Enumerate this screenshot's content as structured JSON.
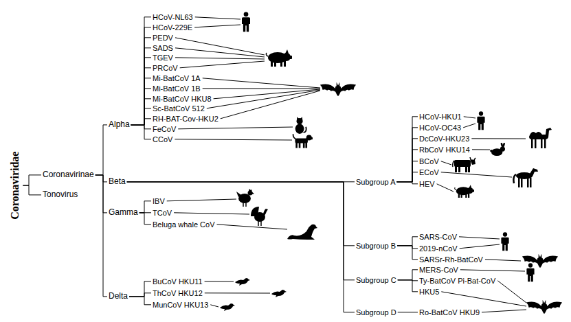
{
  "diagram": {
    "nodes": [
      {
        "text": [
          "Coronaviridae"
        ]
      },
      {
        "text": [
          "Coronavirinae"
        ]
      },
      {
        "text": [
          "Tonovirus"
        ]
      },
      {
        "text": [
          "Alpha"
        ]
      },
      {
        "text": [
          "Beta"
        ]
      },
      {
        "text": [
          "Gamma"
        ]
      },
      {
        "text": [
          "Delta"
        ]
      },
      {
        "text": [
          "HCoV-NL63"
        ]
      },
      {
        "text": [
          "HCoV-229E"
        ]
      },
      {
        "text": [
          "PEDV"
        ]
      },
      {
        "text": [
          "SADS"
        ]
      },
      {
        "text": [
          "TGEV"
        ]
      },
      {
        "text": [
          "PRCoV"
        ]
      },
      {
        "text": [
          "Mi-BatCoV 1A"
        ]
      },
      {
        "text": [
          "Mi-BatCoV 1B"
        ]
      },
      {
        "text": [
          "Mi-BatCoV HKU8"
        ]
      },
      {
        "text": [
          "Sc-BatCoV 512"
        ]
      },
      {
        "text": [
          "RH-BAT-Cov-HKU2"
        ]
      },
      {
        "text": [
          "FeCoV"
        ]
      },
      {
        "text": [
          "CCoV"
        ]
      },
      {
        "text": [
          "Subgroup A"
        ]
      },
      {
        "text": [
          "HCoV-HKU1"
        ]
      },
      {
        "text": [
          "HCoV-OC43"
        ]
      },
      {
        "text": [
          "DcCoV-HKU23"
        ]
      },
      {
        "text": [
          "RbCoV HKU14"
        ]
      },
      {
        "text": [
          "BCoV"
        ]
      },
      {
        "text": [
          "ECoV"
        ]
      },
      {
        "text": [
          "HEV"
        ]
      },
      {
        "text": [
          "Subgroup B"
        ]
      },
      {
        "text": [
          "SARS-CoV"
        ]
      },
      {
        "text": [
          "2019-nCoV"
        ]
      },
      {
        "text": [
          "SARSr-Rh-BatCoV"
        ]
      },
      {
        "text": [
          "Subgroup C"
        ]
      },
      {
        "text": [
          "MERS-CoV"
        ]
      },
      {
        "text": [
          "Ty-BatCoV Pi-Bat-CoV"
        ]
      },
      {
        "text": [
          "HKU5"
        ]
      },
      {
        "text": [
          "Subgroup D"
        ]
      },
      {
        "text": [
          "Ro-BatCoV HKU9"
        ]
      },
      {
        "text": [
          "IBV"
        ]
      },
      {
        "text": [
          "TCoV"
        ]
      },
      {
        "text": [
          "Beluga whale CoV"
        ]
      },
      {
        "text": [
          "BuCoV HKU11"
        ]
      },
      {
        "text": [
          "ThCoV HKU12"
        ]
      },
      {
        "text": [
          "MunCoV HKU13"
        ]
      }
    ],
    "edges": [
      {
        "from": 0,
        "to": 1,
        "arrow": "none"
      },
      {
        "from": 0,
        "to": 2,
        "arrow": "none"
      },
      {
        "from": 1,
        "to": 3,
        "arrow": "none"
      },
      {
        "from": 1,
        "to": 4,
        "arrow": "none"
      },
      {
        "from": 1,
        "to": 5,
        "arrow": "none"
      },
      {
        "from": 1,
        "to": 6,
        "arrow": "none"
      },
      {
        "from": 3,
        "to": 7,
        "arrow": "none"
      },
      {
        "from": 3,
        "to": 8,
        "arrow": "none"
      },
      {
        "from": 3,
        "to": 9,
        "arrow": "none"
      },
      {
        "from": 3,
        "to": 10,
        "arrow": "none"
      },
      {
        "from": 3,
        "to": 11,
        "arrow": "none"
      },
      {
        "from": 3,
        "to": 12,
        "arrow": "none"
      },
      {
        "from": 3,
        "to": 13,
        "arrow": "none"
      },
      {
        "from": 3,
        "to": 14,
        "arrow": "none"
      },
      {
        "from": 3,
        "to": 15,
        "arrow": "none"
      },
      {
        "from": 3,
        "to": 16,
        "arrow": "none"
      },
      {
        "from": 3,
        "to": 17,
        "arrow": "none"
      },
      {
        "from": 3,
        "to": 18,
        "arrow": "none"
      },
      {
        "from": 3,
        "to": 19,
        "arrow": "none"
      },
      {
        "from": 4,
        "to": 20,
        "arrow": "none"
      },
      {
        "from": 4,
        "to": 28,
        "arrow": "none"
      },
      {
        "from": 4,
        "to": 32,
        "arrow": "none"
      },
      {
        "from": 4,
        "to": 36,
        "arrow": "none"
      },
      {
        "from": 20,
        "to": 21,
        "arrow": "none"
      },
      {
        "from": 20,
        "to": 22,
        "arrow": "none"
      },
      {
        "from": 20,
        "to": 23,
        "arrow": "none"
      },
      {
        "from": 20,
        "to": 24,
        "arrow": "none"
      },
      {
        "from": 20,
        "to": 25,
        "arrow": "none"
      },
      {
        "from": 20,
        "to": 26,
        "arrow": "none"
      },
      {
        "from": 20,
        "to": 27,
        "arrow": "none"
      },
      {
        "from": 28,
        "to": 29,
        "arrow": "none"
      },
      {
        "from": 28,
        "to": 30,
        "arrow": "none"
      },
      {
        "from": 28,
        "to": 31,
        "arrow": "none"
      },
      {
        "from": 32,
        "to": 33,
        "arrow": "none"
      },
      {
        "from": 32,
        "to": 34,
        "arrow": "none"
      },
      {
        "from": 32,
        "to": 35,
        "arrow": "none"
      },
      {
        "from": 36,
        "to": 37,
        "arrow": "none"
      },
      {
        "from": 5,
        "to": 38,
        "arrow": "none"
      },
      {
        "from": 5,
        "to": 39,
        "arrow": "none"
      },
      {
        "from": 5,
        "to": 40,
        "arrow": "none"
      },
      {
        "from": 6,
        "to": 41,
        "arrow": "none"
      },
      {
        "from": 6,
        "to": 42,
        "arrow": "none"
      },
      {
        "from": 6,
        "to": 43,
        "arrow": "none"
      }
    ]
  }
}
